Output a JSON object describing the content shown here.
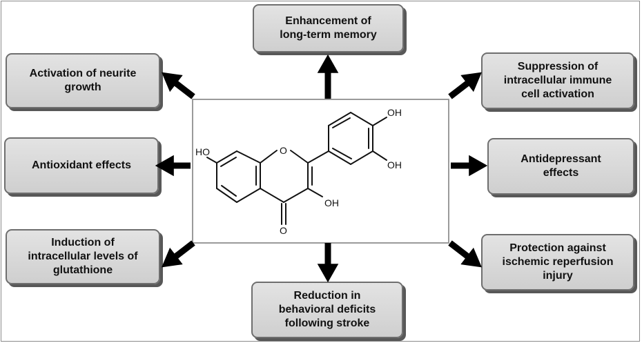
{
  "effects": {
    "top": "Enhancement of\nlong-term memory",
    "top_left": "Activation of neurite\ngrowth",
    "top_right": "Suppression of\nintracellular immune\ncell activation",
    "middle_left": "Antioxidant effects",
    "middle_right": "Antidepressant\neffects",
    "bottom_left": "Induction of\nintracellular levels of\nglutathione",
    "bottom_right": "Protection against\nischemic reperfusion\ninjury",
    "bottom": "Reduction in\nbehavioral deficits\nfollowing stroke"
  },
  "molecule": {
    "labels": {
      "ho_left": "HO",
      "ring_oxygen": "O",
      "oh_top": "OH",
      "oh_right": "OH",
      "oh_3": "OH",
      "carbonyl_oxygen": "O"
    }
  },
  "colors": {
    "box_fill": "#d8d8d8",
    "box_border": "#6e6e6e",
    "box_shadow": "#585858",
    "arrow": "#000000"
  }
}
